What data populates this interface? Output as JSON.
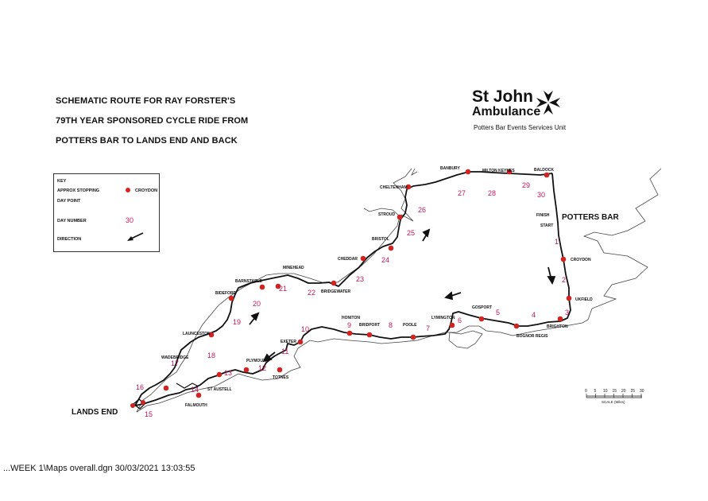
{
  "title": {
    "line1": "SCHEMATIC ROUTE FOR RAY FORSTER'S",
    "line2": "79TH YEAR SPONSORED CYCLE RIDE FROM",
    "line3": "POTTERS BAR TO LANDS END AND BACK"
  },
  "logo": {
    "line1": "St John",
    "line2": "Ambulance",
    "subtitle": "Potters Bar Events Services Unit"
  },
  "key": {
    "heading": "KEY",
    "stop_label_1": "APPROX STOPPING",
    "stop_label_2": "DAY POINT",
    "stop_example": "CROYDON",
    "day_label": "DAY NUMBER",
    "day_example": "30",
    "direction_label": "DIRECTION"
  },
  "big_labels": {
    "potters_bar": "POTTERS BAR",
    "lands_end": "LANDS END"
  },
  "route_labels": {
    "finish": "FINISH",
    "start": "START"
  },
  "towns": [
    {
      "id": "croydon",
      "name": "CROYDON"
    },
    {
      "id": "ukfield",
      "name": "UKFIELD"
    },
    {
      "id": "brighton",
      "name": "BRIGHTON"
    },
    {
      "id": "bognor",
      "name": "BOGNOR REGIS"
    },
    {
      "id": "gosport",
      "name": "GOSPORT"
    },
    {
      "id": "lymington",
      "name": "LYMINGTON"
    },
    {
      "id": "poole",
      "name": "POOLE"
    },
    {
      "id": "bridport",
      "name": "BRIDPORT"
    },
    {
      "id": "honiton",
      "name": "HONITON"
    },
    {
      "id": "exeter",
      "name": "EXETER"
    },
    {
      "id": "totnes",
      "name": "TOTNES"
    },
    {
      "id": "plymouth",
      "name": "PLYMOUTH"
    },
    {
      "id": "staustell",
      "name": "ST AUSTELL"
    },
    {
      "id": "falmouth",
      "name": "FALMOUTH"
    },
    {
      "id": "wadebridge",
      "name": "WADEBRIDGE"
    },
    {
      "id": "launceston",
      "name": "LAUNCESTON"
    },
    {
      "id": "bideford",
      "name": "BIDEFORD"
    },
    {
      "id": "barnstaple",
      "name": "BARNSTAPLE"
    },
    {
      "id": "minehead",
      "name": "MINEHEAD"
    },
    {
      "id": "bridgewater",
      "name": "BRIDGEWATER"
    },
    {
      "id": "cheddar",
      "name": "CHEDDAR"
    },
    {
      "id": "bristol",
      "name": "BRISTOL"
    },
    {
      "id": "stroud",
      "name": "STROUD"
    },
    {
      "id": "cheltenham",
      "name": "CHELTENHAM"
    },
    {
      "id": "banbury",
      "name": "BANBURY"
    },
    {
      "id": "miltonkeynes",
      "name": "MILTON KEYNES"
    },
    {
      "id": "baldock",
      "name": "BALDOCK"
    }
  ],
  "days": [
    "1",
    "2",
    "3",
    "4",
    "5",
    "6",
    "7",
    "8",
    "9",
    "10",
    "11",
    "12",
    "13",
    "14",
    "15",
    "16",
    "17",
    "18",
    "19",
    "20",
    "21",
    "22",
    "23",
    "24",
    "25",
    "26",
    "27",
    "28",
    "29",
    "30"
  ],
  "scale": {
    "ticks": [
      "0",
      "5",
      "10",
      "15",
      "20",
      "25",
      "30"
    ],
    "caption": "SCALE (Miles)"
  },
  "status": "...WEEK 1\\Maps overall.dgn  30/03/2021 13:03:55",
  "colors": {
    "stop_dot": "#d22222",
    "day_number": "#c2185b",
    "route": "#111111",
    "coast": "#333333",
    "logo": "#111111"
  }
}
